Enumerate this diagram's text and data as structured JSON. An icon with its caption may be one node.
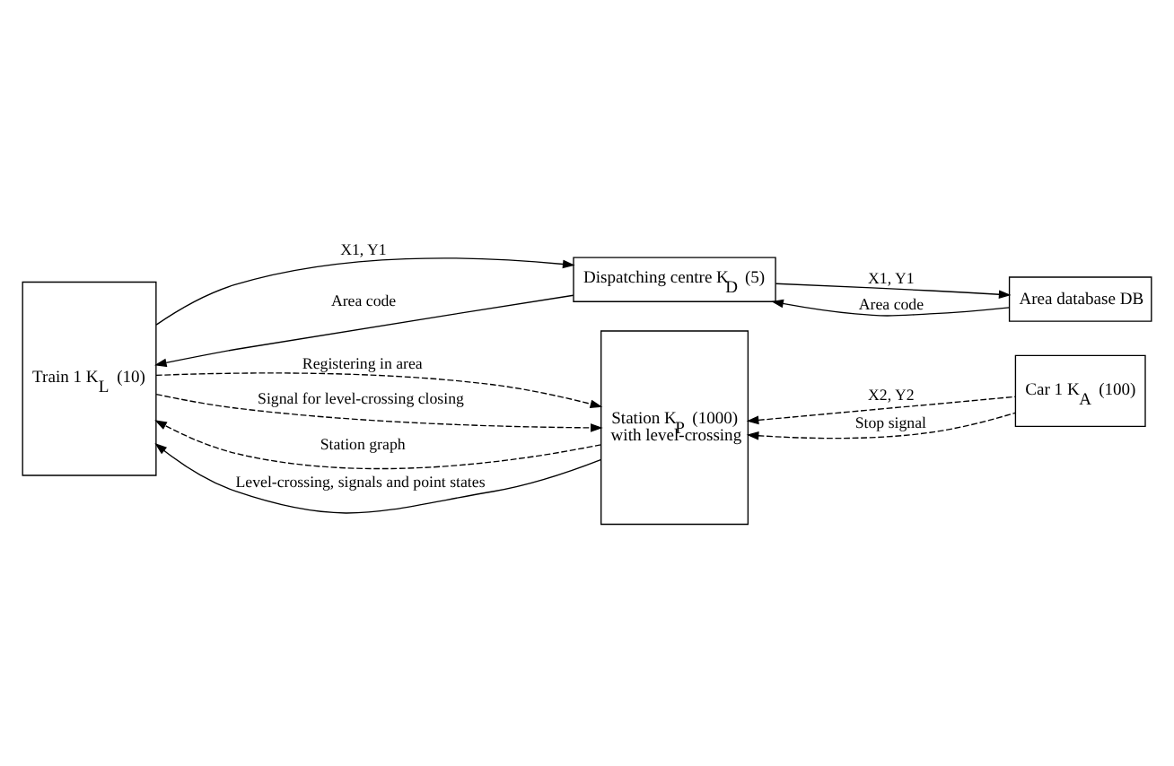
{
  "diagram": {
    "nodes": [
      {
        "text": [
          "Train 1 K$_{L}$ (10)"
        ]
      },
      {
        "text": [
          "Dispatching centre K$_{D}$ (5)"
        ]
      },
      {
        "text": [
          "Area database DB"
        ]
      },
      {
        "text": [
          "Station K$_{P}$ (1000)",
          "with level-crossing"
        ]
      },
      {
        "text": [
          "Car 1 K$_{A}$ (100)"
        ]
      }
    ],
    "edges": [
      {
        "from": 0,
        "to": 1,
        "arrow": "to",
        "label": "X1, Y1"
      },
      {
        "from": 1,
        "to": 0,
        "arrow": "to",
        "label": "Area code"
      },
      {
        "from": 1,
        "to": 2,
        "arrow": "to",
        "label": "X1, Y1"
      },
      {
        "from": 2,
        "to": 1,
        "arrow": "to",
        "label": "Area code"
      },
      {
        "from": 0,
        "to": 3,
        "arrow": "to",
        "label": "Registering in area",
        "style": "dashed"
      },
      {
        "from": 3,
        "to": 0,
        "arrow": "to",
        "label": "Station graph",
        "style": "dashed"
      },
      {
        "from": 3,
        "to": 0,
        "arrow": "to",
        "label": "Level-crossing, signals and point states"
      },
      {
        "from": 0,
        "to": 3,
        "arrow": "to",
        "label": "Signal for level-crossing closing",
        "style": "dashed"
      },
      {
        "from": 4,
        "to": 3,
        "arrow": "to",
        "label": "X2, Y2",
        "style": "dashed"
      },
      {
        "from": 4,
        "to": 3,
        "arrow": "to",
        "label": "Stop signal",
        "style": "dashed"
      }
    ]
  }
}
